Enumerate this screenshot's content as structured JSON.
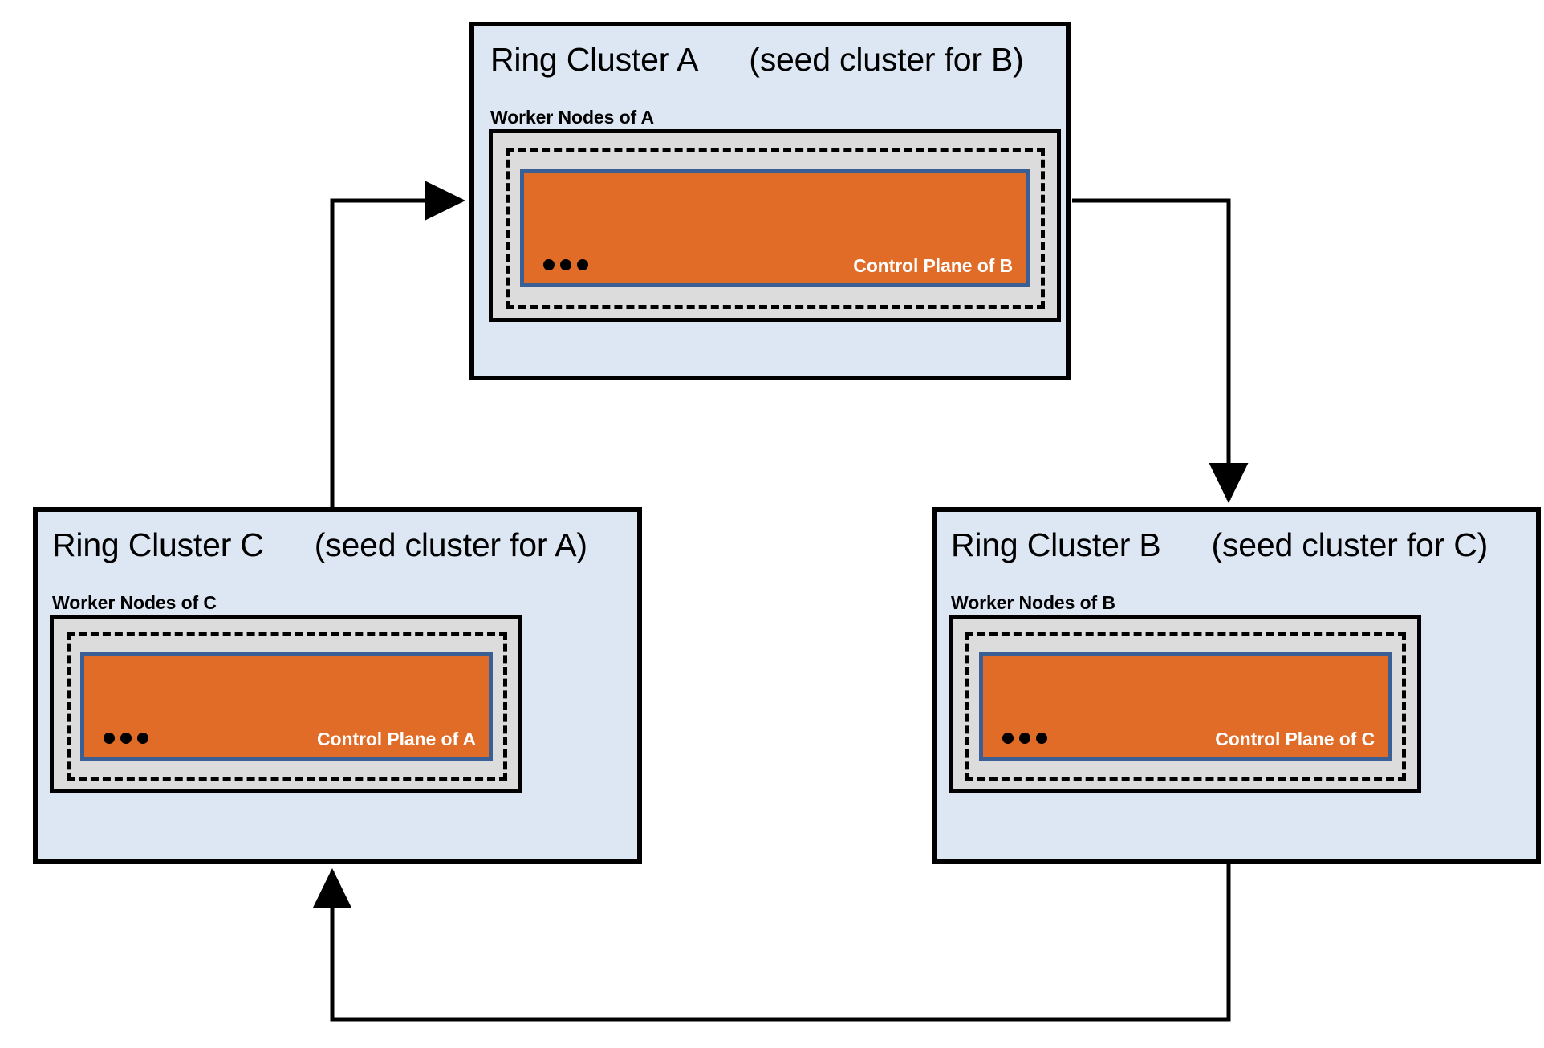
{
  "diagram": {
    "type": "ring-cluster-topology",
    "background_color": "#ffffff",
    "palette": {
      "cluster_fill": "#dde6f3",
      "cluster_border": "#000000",
      "worker_nodes_fill": "#dcdcdc",
      "worker_nodes_border": "#000000",
      "dashed_border": "#000000",
      "control_plane_fill": "#e06c28",
      "control_plane_border": "#3a5f95",
      "control_plane_text": "#ffffff",
      "arrow_color": "#000000"
    },
    "clusters": [
      {
        "id": "A",
        "title": "Ring Cluster A",
        "seed_note": "(seed cluster for B)",
        "worker_nodes_label": "Worker Nodes of A",
        "control_plane_label": "Control Plane of B",
        "ellipsis": "•••"
      },
      {
        "id": "C",
        "title": "Ring Cluster C",
        "seed_note": "(seed cluster for A)",
        "worker_nodes_label": "Worker Nodes of C",
        "control_plane_label": "Control Plane of A",
        "ellipsis": "•••"
      },
      {
        "id": "B",
        "title": "Ring Cluster B",
        "seed_note": "(seed cluster for C)",
        "worker_nodes_label": "Worker Nodes of B",
        "control_plane_label": "Control Plane of C",
        "ellipsis": "•••"
      }
    ],
    "arrows": [
      {
        "id": "c-to-a",
        "from": "C",
        "to": "A",
        "label": ""
      },
      {
        "id": "a-to-b",
        "from": "A",
        "to": "B",
        "label": ""
      },
      {
        "id": "b-to-c",
        "from": "B",
        "to": "C",
        "label": ""
      }
    ]
  }
}
